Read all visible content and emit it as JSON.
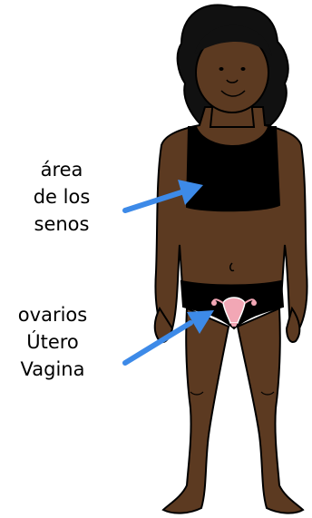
{
  "labels": {
    "breast": [
      "área",
      "de los",
      "senos"
    ],
    "reproductive": [
      "ovarios",
      "Útero",
      "Vagina"
    ]
  },
  "colors": {
    "skin": "#5c3a21",
    "hair": "#111111",
    "clothing": "#000000",
    "arrow": "#3d8ae8",
    "uterus": "#f2a7b5",
    "outline": "#000000"
  }
}
